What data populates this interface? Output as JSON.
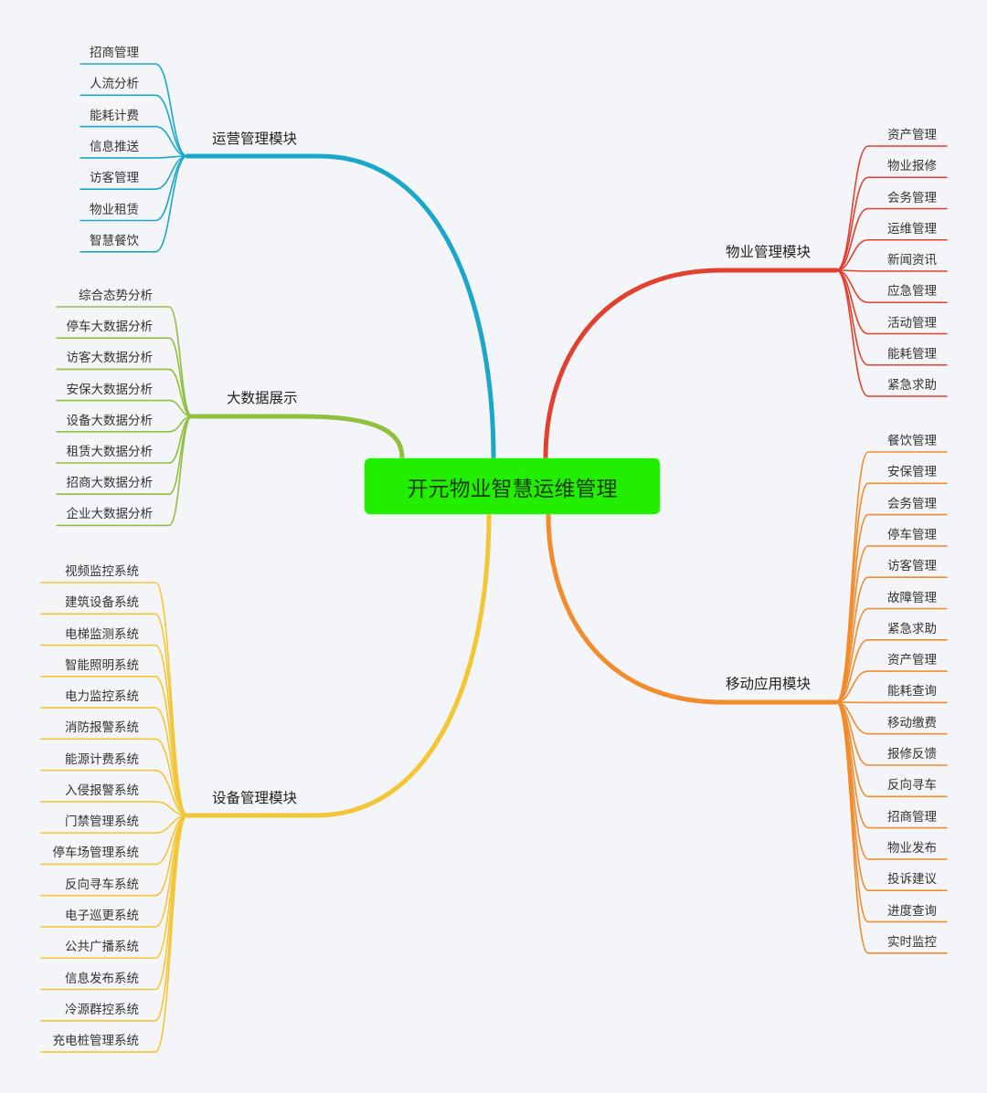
{
  "root": {
    "label": "开元物业智慧运维管理",
    "color": "#22ee00"
  },
  "branches": [
    {
      "id": "operations",
      "label": "运营管理模块",
      "color": "#1ba7c9",
      "leaves": [
        "招商管理",
        "人流分析",
        "能耗计费",
        "信息推送",
        "访客管理",
        "物业租赁",
        "智慧餐饮"
      ]
    },
    {
      "id": "bigdata",
      "label": "大数据展示",
      "color": "#92bf3e",
      "leaves": [
        "综合态势分析",
        "停车大数据分析",
        "访客大数据分析",
        "安保大数据分析",
        "设备大数据分析",
        "租赁大数据分析",
        "招商大数据分析",
        "企业大数据分析"
      ]
    },
    {
      "id": "equipment",
      "label": "设备管理模块",
      "color": "#f4c535",
      "leaves": [
        "视频监控系统",
        "建筑设备系统",
        "电梯监测系统",
        "智能照明系统",
        "电力监控系统",
        "消防报警系统",
        "能源计费系统",
        "入侵报警系统",
        "门禁管理系统",
        "停车场管理系统",
        "反向寻车系统",
        "电子巡更系统",
        "公共广播系统",
        "信息发布系统",
        "冷源群控系统",
        "充电桩管理系统"
      ]
    },
    {
      "id": "property",
      "label": "物业管理模块",
      "color": "#e2412f",
      "leaves": [
        "资产管理",
        "物业报修",
        "会务管理",
        "运维管理",
        "新闻资讯",
        "应急管理",
        "活动管理",
        "能耗管理",
        "紧急求助"
      ]
    },
    {
      "id": "mobile",
      "label": "移动应用模块",
      "color": "#f18b2c",
      "leaves": [
        "餐饮管理",
        "安保管理",
        "会务管理",
        "停车管理",
        "访客管理",
        "故障管理",
        "紧急求助",
        "资产管理",
        "能耗查询",
        "移动缴费",
        "报修反馈",
        "反向寻车",
        "招商管理",
        "物业发布",
        "投诉建议",
        "进度查询",
        "实时监控"
      ]
    }
  ]
}
